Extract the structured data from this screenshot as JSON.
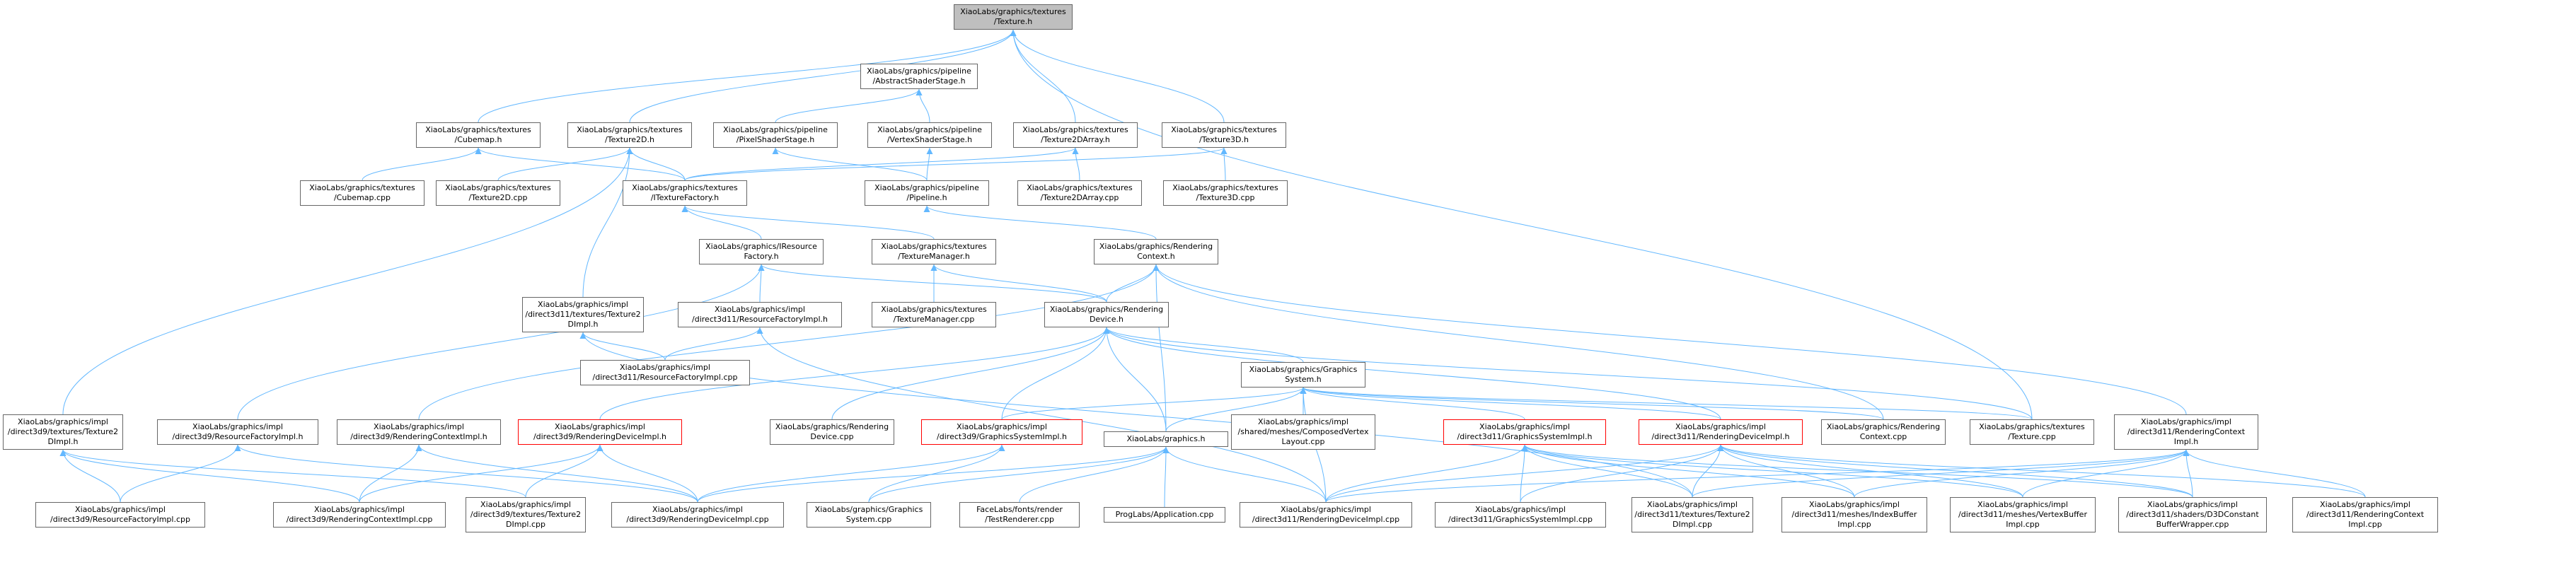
{
  "colors": {
    "edge": "#63b8ff",
    "border": "#666666",
    "incomplete_border": "#ff0000",
    "root_fill": "#bfbfbf"
  },
  "nodes": [
    {
      "id": "texture_h",
      "label": "XiaoLabs/graphics/textures\n/Texture.h",
      "root": true
    },
    {
      "id": "abstract_shader_stage_h",
      "label": "XiaoLabs/graphics/pipeline\n/AbstractShaderStage.h"
    },
    {
      "id": "cubemap_h",
      "label": "XiaoLabs/graphics/textures\n/Cubemap.h"
    },
    {
      "id": "texture2d_h",
      "label": "XiaoLabs/graphics/textures\n/Texture2D.h"
    },
    {
      "id": "pixel_shader_stage_h",
      "label": "XiaoLabs/graphics/pipeline\n/PixelShaderStage.h"
    },
    {
      "id": "vertex_shader_stage_h",
      "label": "XiaoLabs/graphics/pipeline\n/VertexShaderStage.h"
    },
    {
      "id": "texture2darray_h",
      "label": "XiaoLabs/graphics/textures\n/Texture2DArray.h"
    },
    {
      "id": "texture3d_h",
      "label": "XiaoLabs/graphics/textures\n/Texture3D.h"
    },
    {
      "id": "cubemap_cpp",
      "label": "XiaoLabs/graphics/textures\n/Cubemap.cpp"
    },
    {
      "id": "texture2d_cpp",
      "label": "XiaoLabs/graphics/textures\n/Texture2D.cpp"
    },
    {
      "id": "itexturefactory_h",
      "label": "XiaoLabs/graphics/textures\n/ITextureFactory.h"
    },
    {
      "id": "pipeline_h",
      "label": "XiaoLabs/graphics/pipeline\n/Pipeline.h"
    },
    {
      "id": "texture2darray_cpp",
      "label": "XiaoLabs/graphics/textures\n/Texture2DArray.cpp"
    },
    {
      "id": "texture3d_cpp",
      "label": "XiaoLabs/graphics/textures\n/Texture3D.cpp"
    },
    {
      "id": "iresource_factory_h",
      "label": "XiaoLabs/graphics/IResource\nFactory.h"
    },
    {
      "id": "texture_manager_h",
      "label": "XiaoLabs/graphics/textures\n/TextureManager.h"
    },
    {
      "id": "rendering_context_h",
      "label": "XiaoLabs/graphics/Rendering\nContext.h"
    },
    {
      "id": "d3d11_texture2dimpl_h",
      "label": "XiaoLabs/graphics/impl\n/direct3d11/textures/Texture2\nDImpl.h"
    },
    {
      "id": "d3d11_resourcefactoryimpl_h",
      "label": "XiaoLabs/graphics/impl\n/direct3d11/ResourceFactoryImpl.h"
    },
    {
      "id": "texture_manager_cpp",
      "label": "XiaoLabs/graphics/textures\n/TextureManager.cpp"
    },
    {
      "id": "rendering_device_h",
      "label": "XiaoLabs/graphics/Rendering\nDevice.h"
    },
    {
      "id": "d3d11_resourcefactoryimpl_cpp",
      "label": "XiaoLabs/graphics/impl\n/direct3d11/ResourceFactoryImpl.cpp"
    },
    {
      "id": "graphics_system_h",
      "label": "XiaoLabs/graphics/Graphics\nSystem.h"
    },
    {
      "id": "d3d9_texture2dimpl_h",
      "label": "XiaoLabs/graphics/impl\n/direct3d9/textures/Texture2\nDImpl.h"
    },
    {
      "id": "d3d9_resourcefactoryimpl_h",
      "label": "XiaoLabs/graphics/impl\n/direct3d9/ResourceFactoryImpl.h"
    },
    {
      "id": "d3d9_renderingcontextimpl_h",
      "label": "XiaoLabs/graphics/impl\n/direct3d9/RenderingContextImpl.h"
    },
    {
      "id": "d3d9_renderingdeviceimpl_h",
      "label": "XiaoLabs/graphics/impl\n/direct3d9/RenderingDeviceImpl.h",
      "incomplete": true
    },
    {
      "id": "rendering_device_cpp",
      "label": "XiaoLabs/graphics/Rendering\nDevice.cpp"
    },
    {
      "id": "d3d9_graphicssystemimpl_h",
      "label": "XiaoLabs/graphics/impl\n/direct3d9/GraphicsSystemImpl.h",
      "incomplete": true
    },
    {
      "id": "composed_vertex_layout_cpp",
      "label": "XiaoLabs/graphics/impl\n/shared/meshes/ComposedVertex\nLayout.cpp"
    },
    {
      "id": "graphics_h",
      "label": "XiaoLabs/graphics.h"
    },
    {
      "id": "d3d11_graphicssystemimpl_h",
      "label": "XiaoLabs/graphics/impl\n/direct3d11/GraphicsSystemImpl.h",
      "incomplete": true
    },
    {
      "id": "d3d11_renderingdeviceimpl_h",
      "label": "XiaoLabs/graphics/impl\n/direct3d11/RenderingDeviceImpl.h",
      "incomplete": true
    },
    {
      "id": "rendering_context_cpp",
      "label": "XiaoLabs/graphics/Rendering\nContext.cpp"
    },
    {
      "id": "texture_cpp",
      "label": "XiaoLabs/graphics/textures\n/Texture.cpp"
    },
    {
      "id": "d3d11_renderingcontextimpl_h",
      "label": "XiaoLabs/graphics/impl\n/direct3d11/RenderingContext\nImpl.h"
    },
    {
      "id": "d3d9_resourcefactoryimpl_cpp",
      "label": "XiaoLabs/graphics/impl\n/direct3d9/ResourceFactoryImpl.cpp"
    },
    {
      "id": "d3d9_renderingcontextimpl_cpp",
      "label": "XiaoLabs/graphics/impl\n/direct3d9/RenderingContextImpl.cpp"
    },
    {
      "id": "d3d9_texture2dimpl_cpp",
      "label": "XiaoLabs/graphics/impl\n/direct3d9/textures/Texture2\nDImpl.cpp"
    },
    {
      "id": "d3d9_renderingdeviceimpl_cpp",
      "label": "XiaoLabs/graphics/impl\n/direct3d9/RenderingDeviceImpl.cpp"
    },
    {
      "id": "graphics_system_cpp",
      "label": "XiaoLabs/graphics/Graphics\nSystem.cpp"
    },
    {
      "id": "test_renderer_cpp",
      "label": "FaceLabs/fonts/render\n/TestRenderer.cpp"
    },
    {
      "id": "application_cpp",
      "label": "ProgLabs/Application.cpp"
    },
    {
      "id": "d3d11_renderingdeviceimpl_cpp",
      "label": "XiaoLabs/graphics/impl\n/direct3d11/RenderingDeviceImpl.cpp"
    },
    {
      "id": "d3d11_graphicssystemimpl_cpp",
      "label": "XiaoLabs/graphics/impl\n/direct3d11/GraphicsSystemImpl.cpp"
    },
    {
      "id": "d3d11_texture2dimpl_cpp",
      "label": "XiaoLabs/graphics/impl\n/direct3d11/textures/Texture2\nDImpl.cpp"
    },
    {
      "id": "d3d11_indexbufferimpl_cpp",
      "label": "XiaoLabs/graphics/impl\n/direct3d11/meshes/IndexBuffer\nImpl.cpp"
    },
    {
      "id": "d3d11_vertexbufferimpl_cpp",
      "label": "XiaoLabs/graphics/impl\n/direct3d11/meshes/VertexBuffer\nImpl.cpp"
    },
    {
      "id": "d3d11_d3dconstantbufferwrapper_cpp",
      "label": "XiaoLabs/graphics/impl\n/direct3d11/shaders/D3DConstant\nBufferWrapper.cpp"
    },
    {
      "id": "d3d11_renderingcontextimpl_cpp",
      "label": "XiaoLabs/graphics/impl\n/direct3d11/RenderingContext\nImpl.cpp"
    }
  ],
  "edges": [
    [
      "cubemap_h",
      "texture_h"
    ],
    [
      "texture2d_h",
      "texture_h"
    ],
    [
      "texture2darray_h",
      "texture_h"
    ],
    [
      "texture3d_h",
      "texture_h"
    ],
    [
      "texture_cpp",
      "texture_h"
    ],
    [
      "pixel_shader_stage_h",
      "abstract_shader_stage_h"
    ],
    [
      "vertex_shader_stage_h",
      "abstract_shader_stage_h"
    ],
    [
      "cubemap_cpp",
      "cubemap_h"
    ],
    [
      "itexturefactory_h",
      "cubemap_h"
    ],
    [
      "texture2d_cpp",
      "texture2d_h"
    ],
    [
      "itexturefactory_h",
      "texture2d_h"
    ],
    [
      "d3d11_texture2dimpl_h",
      "texture2d_h"
    ],
    [
      "d3d9_texture2dimpl_h",
      "texture2d_h"
    ],
    [
      "pipeline_h",
      "pixel_shader_stage_h"
    ],
    [
      "pipeline_h",
      "vertex_shader_stage_h"
    ],
    [
      "texture2darray_cpp",
      "texture2darray_h"
    ],
    [
      "itexturefactory_h",
      "texture2darray_h"
    ],
    [
      "texture3d_cpp",
      "texture3d_h"
    ],
    [
      "itexturefactory_h",
      "texture3d_h"
    ],
    [
      "iresource_factory_h",
      "itexturefactory_h"
    ],
    [
      "texture_manager_h",
      "itexturefactory_h"
    ],
    [
      "rendering_context_h",
      "pipeline_h"
    ],
    [
      "d3d11_resourcefactoryimpl_h",
      "iresource_factory_h"
    ],
    [
      "rendering_device_h",
      "iresource_factory_h"
    ],
    [
      "d3d9_resourcefactoryimpl_h",
      "iresource_factory_h"
    ],
    [
      "texture_manager_cpp",
      "texture_manager_h"
    ],
    [
      "rendering_device_h",
      "texture_manager_h"
    ],
    [
      "rendering_device_h",
      "rendering_context_h"
    ],
    [
      "graphics_h",
      "rendering_context_h"
    ],
    [
      "rendering_context_cpp",
      "rendering_context_h"
    ],
    [
      "d3d11_renderingcontextimpl_h",
      "rendering_context_h"
    ],
    [
      "d3d9_renderingcontextimpl_h",
      "rendering_context_h"
    ],
    [
      "d3d11_resourcefactoryimpl_cpp",
      "d3d11_texture2dimpl_h"
    ],
    [
      "d3d11_texture2dimpl_cpp",
      "d3d11_texture2dimpl_h"
    ],
    [
      "d3d11_resourcefactoryimpl_cpp",
      "d3d11_resourcefactoryimpl_h"
    ],
    [
      "d3d11_renderingdeviceimpl_cpp",
      "d3d11_resourcefactoryimpl_h"
    ],
    [
      "graphics_system_h",
      "rendering_device_h"
    ],
    [
      "rendering_device_cpp",
      "rendering_device_h"
    ],
    [
      "graphics_h",
      "rendering_device_h"
    ],
    [
      "d3d9_renderingdeviceimpl_h",
      "rendering_device_h"
    ],
    [
      "d3d11_renderingdeviceimpl_h",
      "rendering_device_h"
    ],
    [
      "d3d9_graphicssystemimpl_h",
      "rendering_device_h"
    ],
    [
      "texture_cpp",
      "rendering_device_h"
    ],
    [
      "composed_vertex_layout_cpp",
      "graphics_system_h"
    ],
    [
      "graphics_h",
      "graphics_system_h"
    ],
    [
      "d3d9_graphicssystemimpl_h",
      "graphics_system_h"
    ],
    [
      "d3d11_graphicssystemimpl_h",
      "graphics_system_h"
    ],
    [
      "rendering_context_cpp",
      "graphics_system_h"
    ],
    [
      "texture_cpp",
      "graphics_system_h"
    ],
    [
      "d3d11_renderingdeviceimpl_h",
      "graphics_system_h"
    ],
    [
      "d3d11_renderingdeviceimpl_cpp",
      "graphics_system_h"
    ],
    [
      "d3d9_resourcefactoryimpl_cpp",
      "d3d9_texture2dimpl_h"
    ],
    [
      "d3d9_texture2dimpl_cpp",
      "d3d9_texture2dimpl_h"
    ],
    [
      "d3d9_renderingcontextimpl_cpp",
      "d3d9_texture2dimpl_h"
    ],
    [
      "d3d9_resourcefactoryimpl_cpp",
      "d3d9_resourcefactoryimpl_h"
    ],
    [
      "d3d9_renderingdeviceimpl_cpp",
      "d3d9_resourcefactoryimpl_h"
    ],
    [
      "d3d9_renderingcontextimpl_cpp",
      "d3d9_renderingcontextimpl_h"
    ],
    [
      "d3d9_renderingdeviceimpl_cpp",
      "d3d9_renderingcontextimpl_h"
    ],
    [
      "d3d9_renderingcontextimpl_cpp",
      "d3d9_renderingdeviceimpl_h"
    ],
    [
      "d3d9_texture2dimpl_cpp",
      "d3d9_renderingdeviceimpl_h"
    ],
    [
      "d3d9_renderingdeviceimpl_cpp",
      "d3d9_renderingdeviceimpl_h"
    ],
    [
      "d3d9_renderingdeviceimpl_cpp",
      "d3d9_graphicssystemimpl_h"
    ],
    [
      "graphics_system_cpp",
      "d3d9_graphicssystemimpl_h"
    ],
    [
      "graphics_system_cpp",
      "graphics_h"
    ],
    [
      "test_renderer_cpp",
      "graphics_h"
    ],
    [
      "application_cpp",
      "graphics_h"
    ],
    [
      "d3d11_renderingdeviceimpl_cpp",
      "graphics_h"
    ],
    [
      "d3d9_renderingdeviceimpl_cpp",
      "graphics_h"
    ],
    [
      "d3d11_renderingdeviceimpl_cpp",
      "d3d11_graphicssystemimpl_h"
    ],
    [
      "d3d11_graphicssystemimpl_cpp",
      "d3d11_graphicssystemimpl_h"
    ],
    [
      "d3d11_texture2dimpl_cpp",
      "d3d11_graphicssystemimpl_h"
    ],
    [
      "d3d11_indexbufferimpl_cpp",
      "d3d11_graphicssystemimpl_h"
    ],
    [
      "d3d11_vertexbufferimpl_cpp",
      "d3d11_graphicssystemimpl_h"
    ],
    [
      "d3d11_d3dconstantbufferwrapper_cpp",
      "d3d11_graphicssystemimpl_h"
    ],
    [
      "d3d11_renderingdeviceimpl_cpp",
      "d3d11_renderingdeviceimpl_h"
    ],
    [
      "d3d11_graphicssystemimpl_cpp",
      "d3d11_renderingdeviceimpl_h"
    ],
    [
      "d3d11_texture2dimpl_cpp",
      "d3d11_renderingdeviceimpl_h"
    ],
    [
      "d3d11_indexbufferimpl_cpp",
      "d3d11_renderingdeviceimpl_h"
    ],
    [
      "d3d11_vertexbufferimpl_cpp",
      "d3d11_renderingdeviceimpl_h"
    ],
    [
      "d3d11_d3dconstantbufferwrapper_cpp",
      "d3d11_renderingdeviceimpl_h"
    ],
    [
      "d3d11_renderingcontextimpl_cpp",
      "d3d11_renderingdeviceimpl_h"
    ],
    [
      "d3d11_renderingdeviceimpl_cpp",
      "d3d11_renderingcontextimpl_h"
    ],
    [
      "d3d11_texture2dimpl_cpp",
      "d3d11_renderingcontextimpl_h"
    ],
    [
      "d3d11_indexbufferimpl_cpp",
      "d3d11_renderingcontextimpl_h"
    ],
    [
      "d3d11_vertexbufferimpl_cpp",
      "d3d11_renderingcontextimpl_h"
    ],
    [
      "d3d11_d3dconstantbufferwrapper_cpp",
      "d3d11_renderingcontextimpl_h"
    ],
    [
      "d3d11_renderingcontextimpl_cpp",
      "d3d11_renderingcontextimpl_h"
    ]
  ]
}
